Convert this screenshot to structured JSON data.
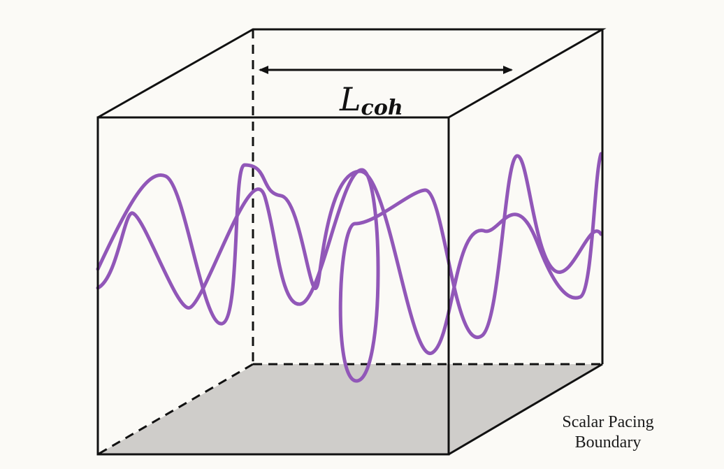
{
  "labels": {
    "coherence_symbol": "L",
    "coherence_subscript": "coh",
    "caption_line1": "Scalar Pacing",
    "caption_line2": "Boundary"
  },
  "colors": {
    "background": "#fbfaf6",
    "edges": "#111111",
    "wave": "#9157b8",
    "floor": "#cfcdca"
  },
  "cube": {
    "hidden_edges_style": "dashed",
    "front_face_style": "solid",
    "floor_fill": "gray"
  },
  "waves": [
    {
      "name": "wave-a",
      "crest_count": 4
    },
    {
      "name": "wave-b",
      "crest_count": 5
    }
  ]
}
